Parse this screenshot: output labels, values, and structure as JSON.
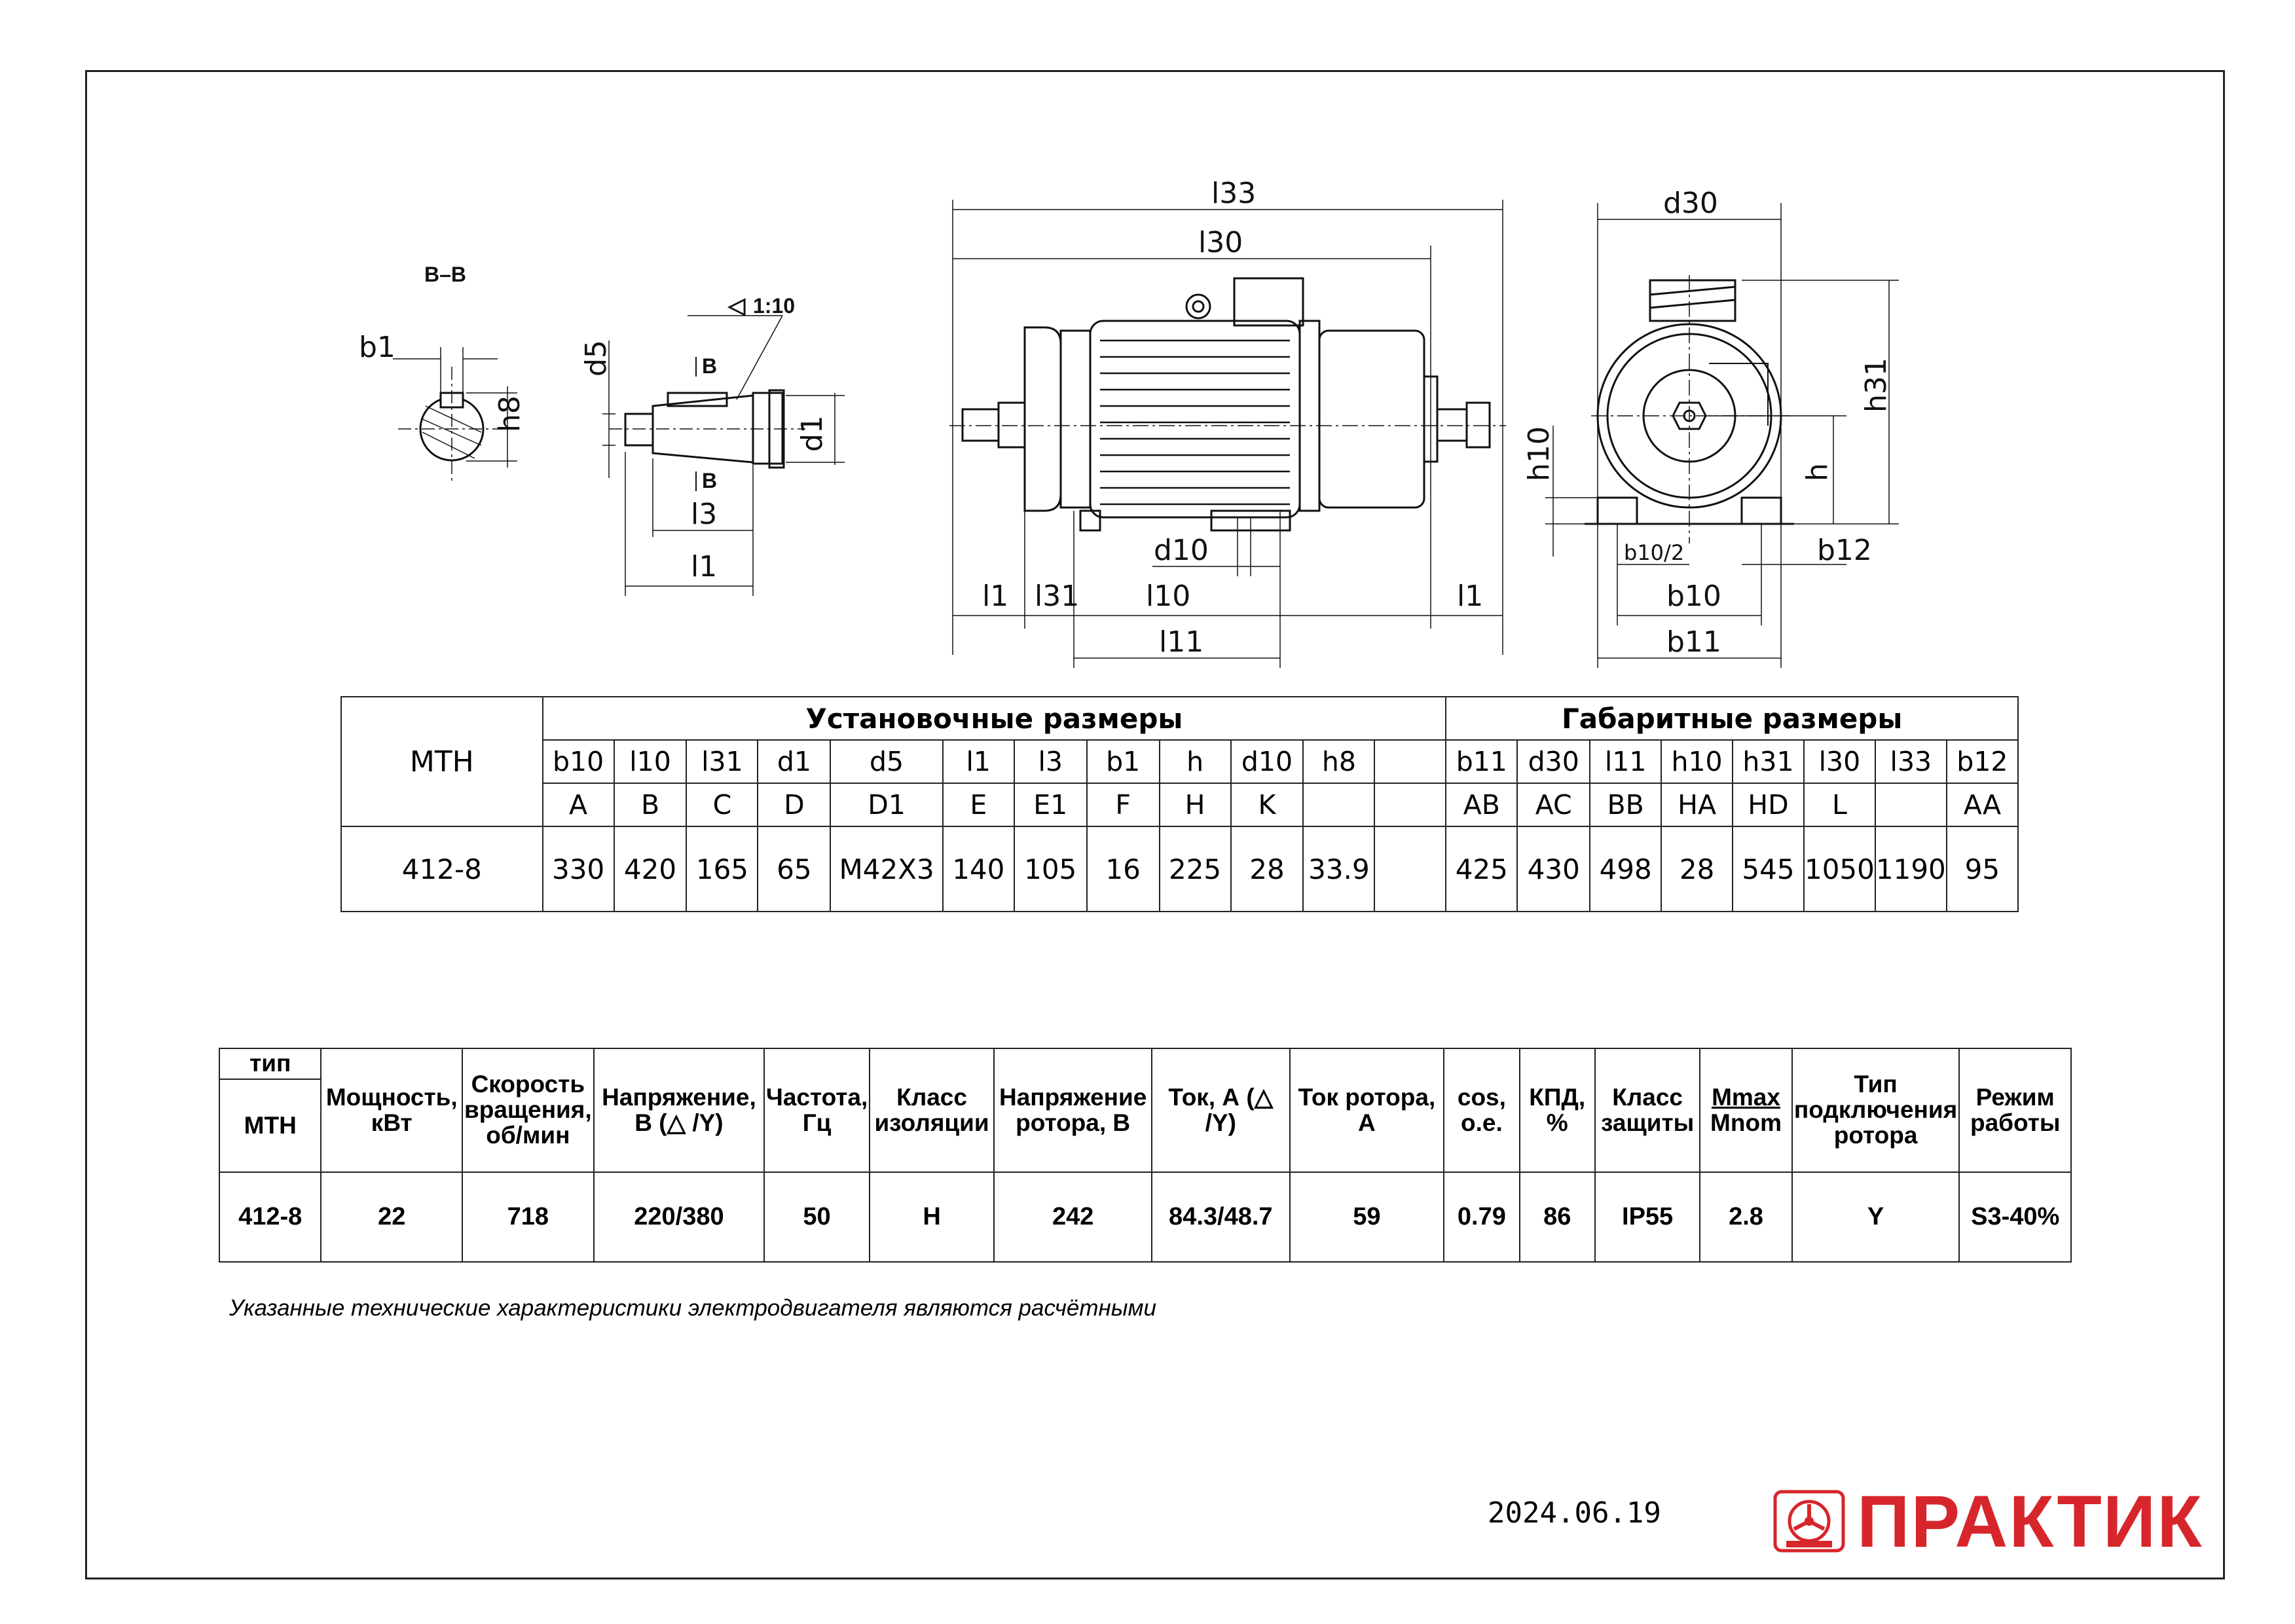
{
  "drawing": {
    "section_label": "B–B",
    "taper_label": "1:10",
    "cut_mark": "B",
    "dims": {
      "b1": "b1",
      "h8": "h8",
      "d5": "d5",
      "d1": "d1",
      "l3": "l3",
      "l1": "l1",
      "l33": "l33",
      "l30": "l30",
      "l31": "l31",
      "l10": "l10",
      "l11": "l11",
      "d10": "d10",
      "d30": "d30",
      "h31": "h31",
      "h10": "h10",
      "h": "h",
      "b10_half": "b10/2",
      "b12": "b12",
      "b10": "b10",
      "b11": "b11"
    }
  },
  "dimensions_table": {
    "type_header": "МТН",
    "group_mounting": "Установочные размеры",
    "group_overall": "Габаритные размеры",
    "mounting_cols": [
      {
        "name": "b10",
        "alt": "A",
        "value": "330"
      },
      {
        "name": "l10",
        "alt": "B",
        "value": "420"
      },
      {
        "name": "l31",
        "alt": "C",
        "value": "165"
      },
      {
        "name": "d1",
        "alt": "D",
        "value": "65"
      },
      {
        "name": "d5",
        "alt": "D1",
        "value": "M42X3"
      },
      {
        "name": "l1",
        "alt": "E",
        "value": "140"
      },
      {
        "name": "l3",
        "alt": "E1",
        "value": "105"
      },
      {
        "name": "b1",
        "alt": "F",
        "value": "16"
      },
      {
        "name": "h",
        "alt": "H",
        "value": "225"
      },
      {
        "name": "d10",
        "alt": "K",
        "value": "28"
      },
      {
        "name": "h8",
        "alt": "",
        "value": "33.9"
      },
      {
        "name": "",
        "alt": "",
        "value": ""
      }
    ],
    "overall_cols": [
      {
        "name": "b11",
        "alt": "AB",
        "value": "425"
      },
      {
        "name": "d30",
        "alt": "AC",
        "value": "430"
      },
      {
        "name": "l11",
        "alt": "BB",
        "value": "498"
      },
      {
        "name": "h10",
        "alt": "HA",
        "value": "28"
      },
      {
        "name": "h31",
        "alt": "HD",
        "value": "545"
      },
      {
        "name": "l30",
        "alt": "L",
        "value": "1050"
      },
      {
        "name": "l33",
        "alt": "",
        "value": "1190"
      },
      {
        "name": "b12",
        "alt": "AA",
        "value": "95"
      }
    ],
    "type_value": "412-8"
  },
  "spec_table": {
    "type_label_top": "тип",
    "type_label_bottom": "МТН",
    "headers": {
      "power": "Мощность, кВт",
      "speed": "Скорость вращения, об/мин",
      "voltage": "Напряжение, В (△ /Y)",
      "frequency": "Частота, Гц",
      "insulation": "Класс изоляции",
      "rotor_voltage": "Напряжение ротора, В",
      "current": "Ток, А (△ /Y)",
      "rotor_current": "Ток ротора, А",
      "cos": "cos, о.е.",
      "efficiency": "КПД, %",
      "protection": "Класс защиты",
      "mmax": "Mmax",
      "mnom": "Mnom",
      "rotor_connection": "Тип подключения ротора",
      "duty": "Режим работы"
    },
    "values": {
      "type": "412-8",
      "power": "22",
      "speed": "718",
      "voltage": "220/380",
      "frequency": "50",
      "insulation": "H",
      "rotor_voltage": "242",
      "current": "84.3/48.7",
      "rotor_current": "59",
      "cos": "0.79",
      "efficiency": "86",
      "protection": "IP55",
      "torque_ratio": "2.8",
      "rotor_connection": "Y",
      "duty": "S3-40%"
    }
  },
  "note": "Указанные технические характеристики электродвигателя являются расчётными",
  "date": "2024.06.19",
  "brand": {
    "name": "ПРАКТИК",
    "color": "#d6262b",
    "icon": "fan-logo-icon"
  }
}
